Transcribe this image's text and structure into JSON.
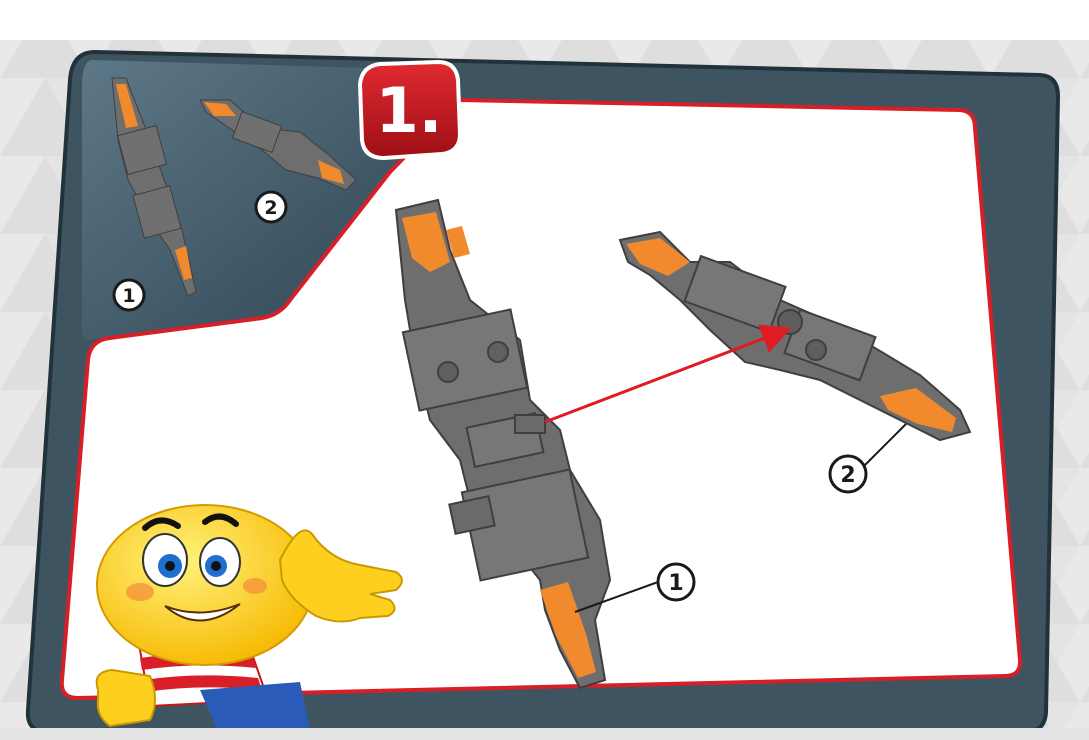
{
  "step": {
    "number": "1."
  },
  "overview": {
    "labels": [
      {
        "text": "1"
      },
      {
        "text": "2"
      }
    ]
  },
  "main": {
    "callouts": [
      {
        "text": "1"
      },
      {
        "text": "2"
      }
    ]
  },
  "colors": {
    "frame": "#3e5461",
    "frame_edge": "#22323b",
    "panel_border": "#d81e27",
    "panel_fill": "#ffffff",
    "part_gray": "#6e6e6e",
    "part_orange": "#f18a2d",
    "badge_red": "#c0161d",
    "arrow_red": "#e01b22",
    "mascot_yellow": "#ffd21f"
  }
}
